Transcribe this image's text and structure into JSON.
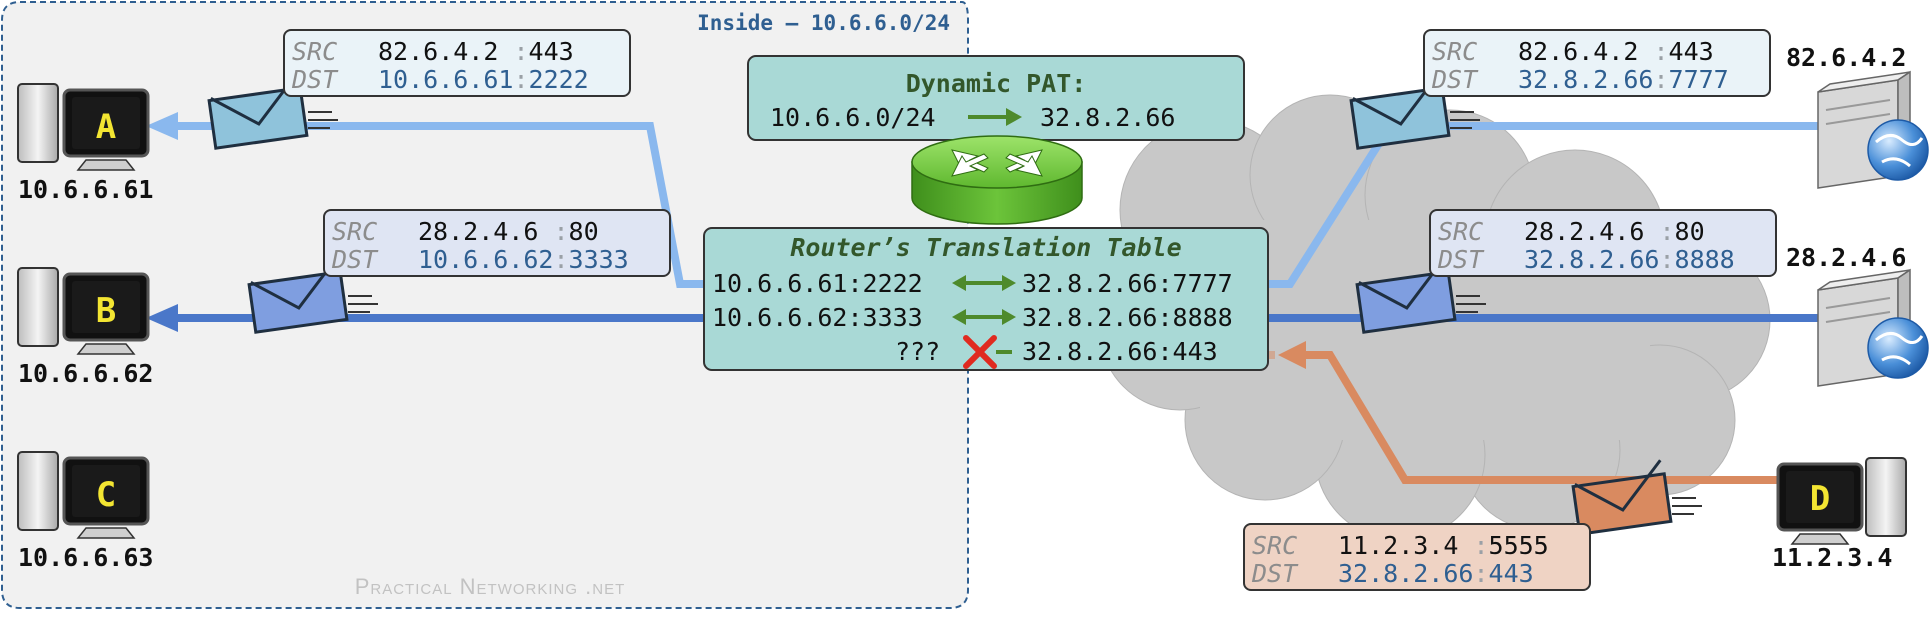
{
  "inside_zone": {
    "title": "Inside – 10.6.6.0/24"
  },
  "watermark": "Practical Networking .net",
  "hosts": {
    "a": {
      "letter": "A",
      "ip": "10.6.6.61"
    },
    "b": {
      "letter": "B",
      "ip": "10.6.6.62"
    },
    "c": {
      "letter": "C",
      "ip": "10.6.6.63"
    },
    "d": {
      "letter": "D",
      "ip": "11.2.3.4"
    }
  },
  "servers": {
    "s1": {
      "ip": "82.6.4.2"
    },
    "s2": {
      "ip": "28.2.4.6"
    }
  },
  "packets": {
    "inside_a": {
      "src_label": "SRC",
      "dst_label": "DST",
      "src_ip": "82.6.4.2 ",
      "src_port": "443",
      "dst_ip": "10.6.6.61",
      "dst_port": "2222"
    },
    "inside_b": {
      "src_label": "SRC",
      "dst_label": "DST",
      "src_ip": "28.2.4.6 ",
      "src_port": "80",
      "dst_ip": "10.6.6.62",
      "dst_port": "3333"
    },
    "outside_1": {
      "src_label": "SRC",
      "dst_label": "DST",
      "src_ip": "82.6.4.2 ",
      "src_port": "443",
      "dst_ip": "32.8.2.66",
      "dst_port": "7777"
    },
    "outside_2": {
      "src_label": "SRC",
      "dst_label": "DST",
      "src_ip": "28.2.4.6 ",
      "src_port": "80",
      "dst_ip": "32.8.2.66",
      "dst_port": "8888"
    },
    "outside_d": {
      "src_label": "SRC",
      "dst_label": "DST",
      "src_ip": "11.2.3.4 ",
      "src_port": "5555",
      "dst_ip": "32.8.2.66",
      "dst_port": "443"
    }
  },
  "pat": {
    "title": "Dynamic PAT:",
    "inside": "10.6.6.0/24",
    "outside": "32.8.2.66"
  },
  "translation_table": {
    "title": "Router’s Translation Table",
    "rows": [
      {
        "inside": "10.6.6.61:2222",
        "outside": "32.8.2.66:7777"
      },
      {
        "inside": "10.6.6.62:3333",
        "outside": "32.8.2.66:8888"
      },
      {
        "inside": "???",
        "outside": "32.8.2.66:443"
      }
    ]
  },
  "colors": {
    "flow_light": "#8ab8ee",
    "flow_dark": "#4a77c9",
    "flow_rejected": "#d98a60",
    "inside_zone_bg": "#f1f1f1",
    "inside_zone_border": "#2f5f91",
    "box_teal": "#a9d9d6",
    "router_green": "#78d040",
    "cloud": "#c8c8c8",
    "reject_x": "#e02a1f"
  }
}
